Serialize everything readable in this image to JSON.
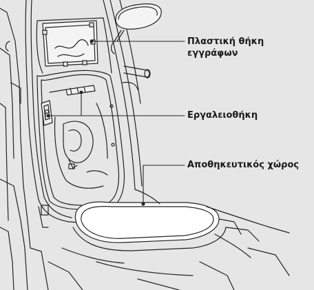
{
  "callouts": {
    "document_holder": {
      "line1": "Πλαστική θήκη",
      "line2": "εγγράφων"
    },
    "tool_box": {
      "text": "Εργαλειοθήκη"
    },
    "storage": {
      "text": "Αποθηκευτικός χώρος"
    }
  }
}
